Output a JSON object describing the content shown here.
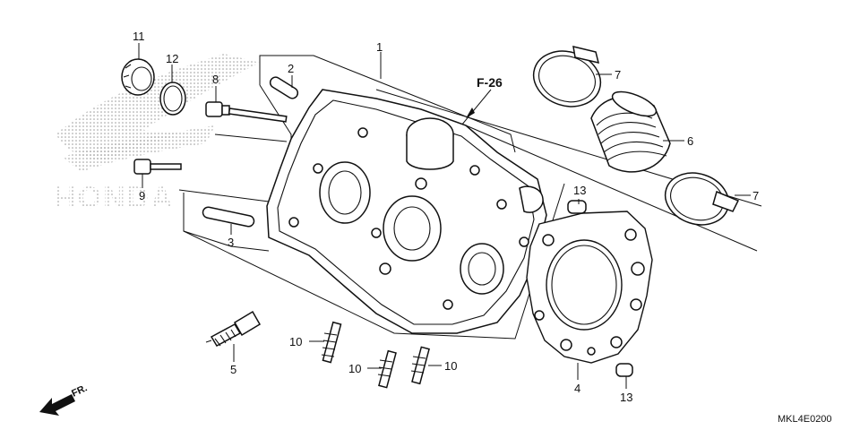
{
  "diagram": {
    "callouts": [
      {
        "id": "c1",
        "text": "1"
      },
      {
        "id": "c2",
        "text": "2"
      },
      {
        "id": "c3",
        "text": "3"
      },
      {
        "id": "c4",
        "text": "4"
      },
      {
        "id": "c5",
        "text": "5"
      },
      {
        "id": "c6",
        "text": "6"
      },
      {
        "id": "c7a",
        "text": "7"
      },
      {
        "id": "c7b",
        "text": "7"
      },
      {
        "id": "c8",
        "text": "8"
      },
      {
        "id": "c9",
        "text": "9"
      },
      {
        "id": "c10a",
        "text": "10"
      },
      {
        "id": "c10b",
        "text": "10"
      },
      {
        "id": "c10c",
        "text": "10"
      },
      {
        "id": "c11",
        "text": "11"
      },
      {
        "id": "c12",
        "text": "12"
      },
      {
        "id": "c13a",
        "text": "13"
      },
      {
        "id": "c13b",
        "text": "13"
      }
    ],
    "reference": "F-26",
    "front_label": "FR.",
    "watermark": "HONDA",
    "drawing_code": "MKL4E0200"
  }
}
